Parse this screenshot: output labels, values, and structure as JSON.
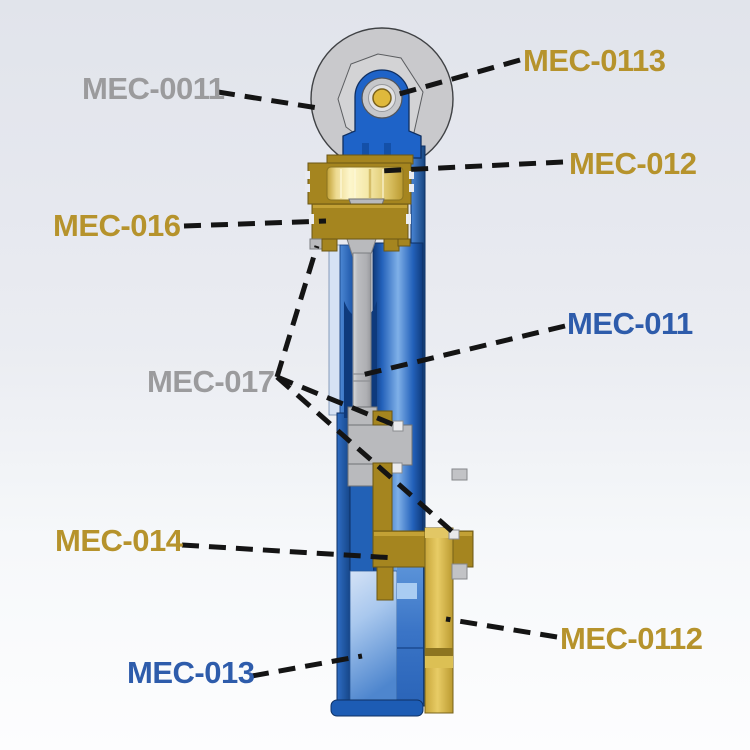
{
  "callouts": [
    {
      "id": "mec-0011",
      "text": "MEC-0011",
      "color": "#9b9b9d"
    },
    {
      "id": "mec-0113",
      "text": "MEC-0113",
      "color": "#b6932c"
    },
    {
      "id": "mec-012",
      "text": "MEC-012",
      "color": "#b6932c"
    },
    {
      "id": "mec-016",
      "text": "MEC-016",
      "color": "#b6932c"
    },
    {
      "id": "mec-011",
      "text": "MEC-011",
      "color": "#2e5cab"
    },
    {
      "id": "mec-017",
      "text": "MEC-017",
      "color": "#9b9b9d"
    },
    {
      "id": "mec-014",
      "text": "MEC-014",
      "color": "#b6932c"
    },
    {
      "id": "mec-0112",
      "text": "MEC-0112",
      "color": "#b6932c"
    },
    {
      "id": "mec-013",
      "text": "MEC-013",
      "color": "#2e5cab"
    }
  ],
  "leader_style": {
    "color": "#141414",
    "dash": "17 10",
    "width": 5
  },
  "materials": {
    "gold_dark": "#a5851f",
    "gold_bright_band": "#fdf6cc",
    "gold_plate": "#d9bc55",
    "blue_dark": "#0e3a7c",
    "blue_mid": "#2361ba",
    "blue_light_cut": "#a9c8ee",
    "gray_part": "#b9babd",
    "wheel_gray": "#c9c9cc",
    "background_top": "#e1e4eb",
    "background_bottom": "#fdfdfe"
  }
}
